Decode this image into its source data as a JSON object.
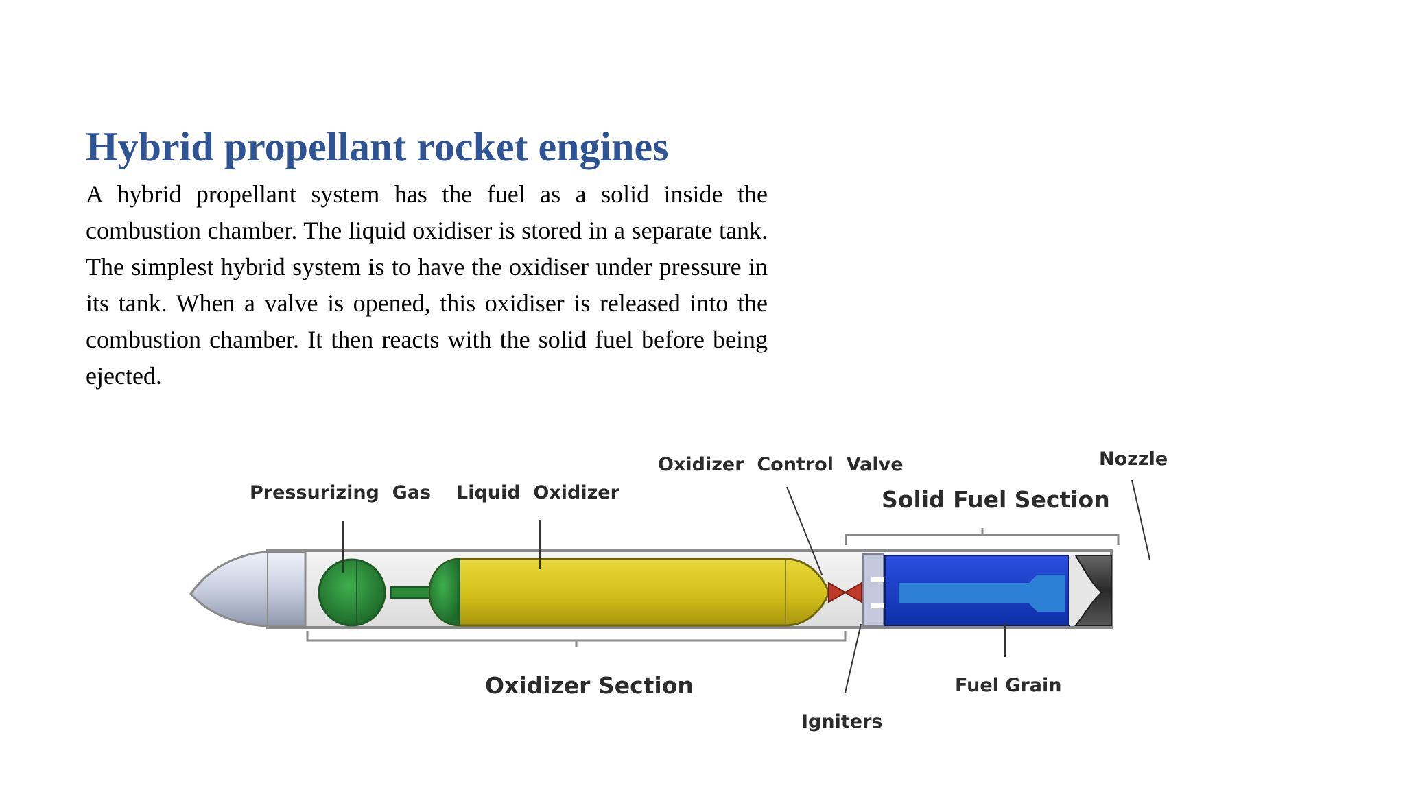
{
  "slide": {
    "title": "Hybrid propellant rocket engines",
    "body": "A hybrid propellant system has the fuel as a solid inside the combustion chamber. The liquid oxidiser is stored in a separate tank. The simplest hybrid system is to have the oxidiser under pressure in its tank. When a valve is opened, this oxidiser is released into the combustion chamber. It then reacts with the solid fuel before being ejected."
  },
  "diagram": {
    "labels": {
      "pressurizing_gas": "Pressurizing  Gas",
      "liquid_oxidizer": "Liquid  Oxidizer",
      "oxidizer_control_valve": "Oxidizer  Control  Valve",
      "solid_fuel_section": "Solid Fuel Section",
      "nozzle": "Nozzle",
      "oxidizer_section": "Oxidizer Section",
      "fuel_grain": "Fuel Grain",
      "igniters": "Igniters"
    },
    "colors": {
      "pressurizing_gas": "#2e8b3a",
      "liquid_oxidizer": "#d4c21e",
      "fuel_grain": "#1a3fc8",
      "fuel_port": "#2e7fd6",
      "nozzle": "#3a3a3a",
      "nose_cone": "#c9cfe0",
      "valve": "#c0392b"
    }
  }
}
